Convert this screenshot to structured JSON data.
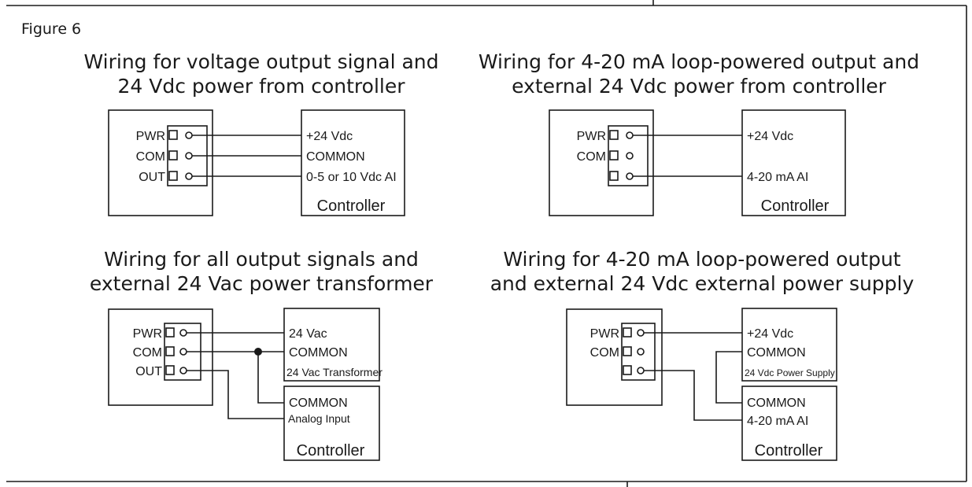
{
  "figure_label": "Figure 6",
  "diagrams": [
    {
      "title_lines": [
        "Wiring for voltage output signal and",
        "24 Vdc power from controller"
      ],
      "terminals": [
        "PWR",
        "COM",
        "OUT"
      ],
      "controller_labels": [
        "+24 Vdc",
        "COMMON",
        "0-5  or 10 Vdc AI"
      ],
      "controller_name": "Controller"
    },
    {
      "title_lines": [
        "Wiring for 4-20 mA loop-powered output and",
        "external 24 Vdc power from controller"
      ],
      "terminals": [
        "PWR",
        "COM"
      ],
      "controller_labels": [
        "+24 Vdc",
        "4-20 mA AI"
      ],
      "controller_name": "Controller"
    },
    {
      "title_lines": [
        "Wiring for all output signals and",
        "external 24 Vac power transformer"
      ],
      "terminals": [
        "PWR",
        "COM",
        "OUT"
      ],
      "transformer_labels": [
        "24 Vac",
        "COMMON",
        "24 Vac Transformer"
      ],
      "controller_labels": [
        "COMMON",
        "Analog Input"
      ],
      "controller_name": "Controller"
    },
    {
      "title_lines": [
        "Wiring for 4-20 mA loop-powered output",
        "and external 24 Vdc external power supply"
      ],
      "terminals": [
        "PWR",
        "COM"
      ],
      "supply_labels": [
        "+24 Vdc",
        "COMMON",
        "24 Vdc Power Supply"
      ],
      "controller_labels": [
        "COMMON",
        "4-20 mA AI"
      ],
      "controller_name": "Controller"
    }
  ]
}
